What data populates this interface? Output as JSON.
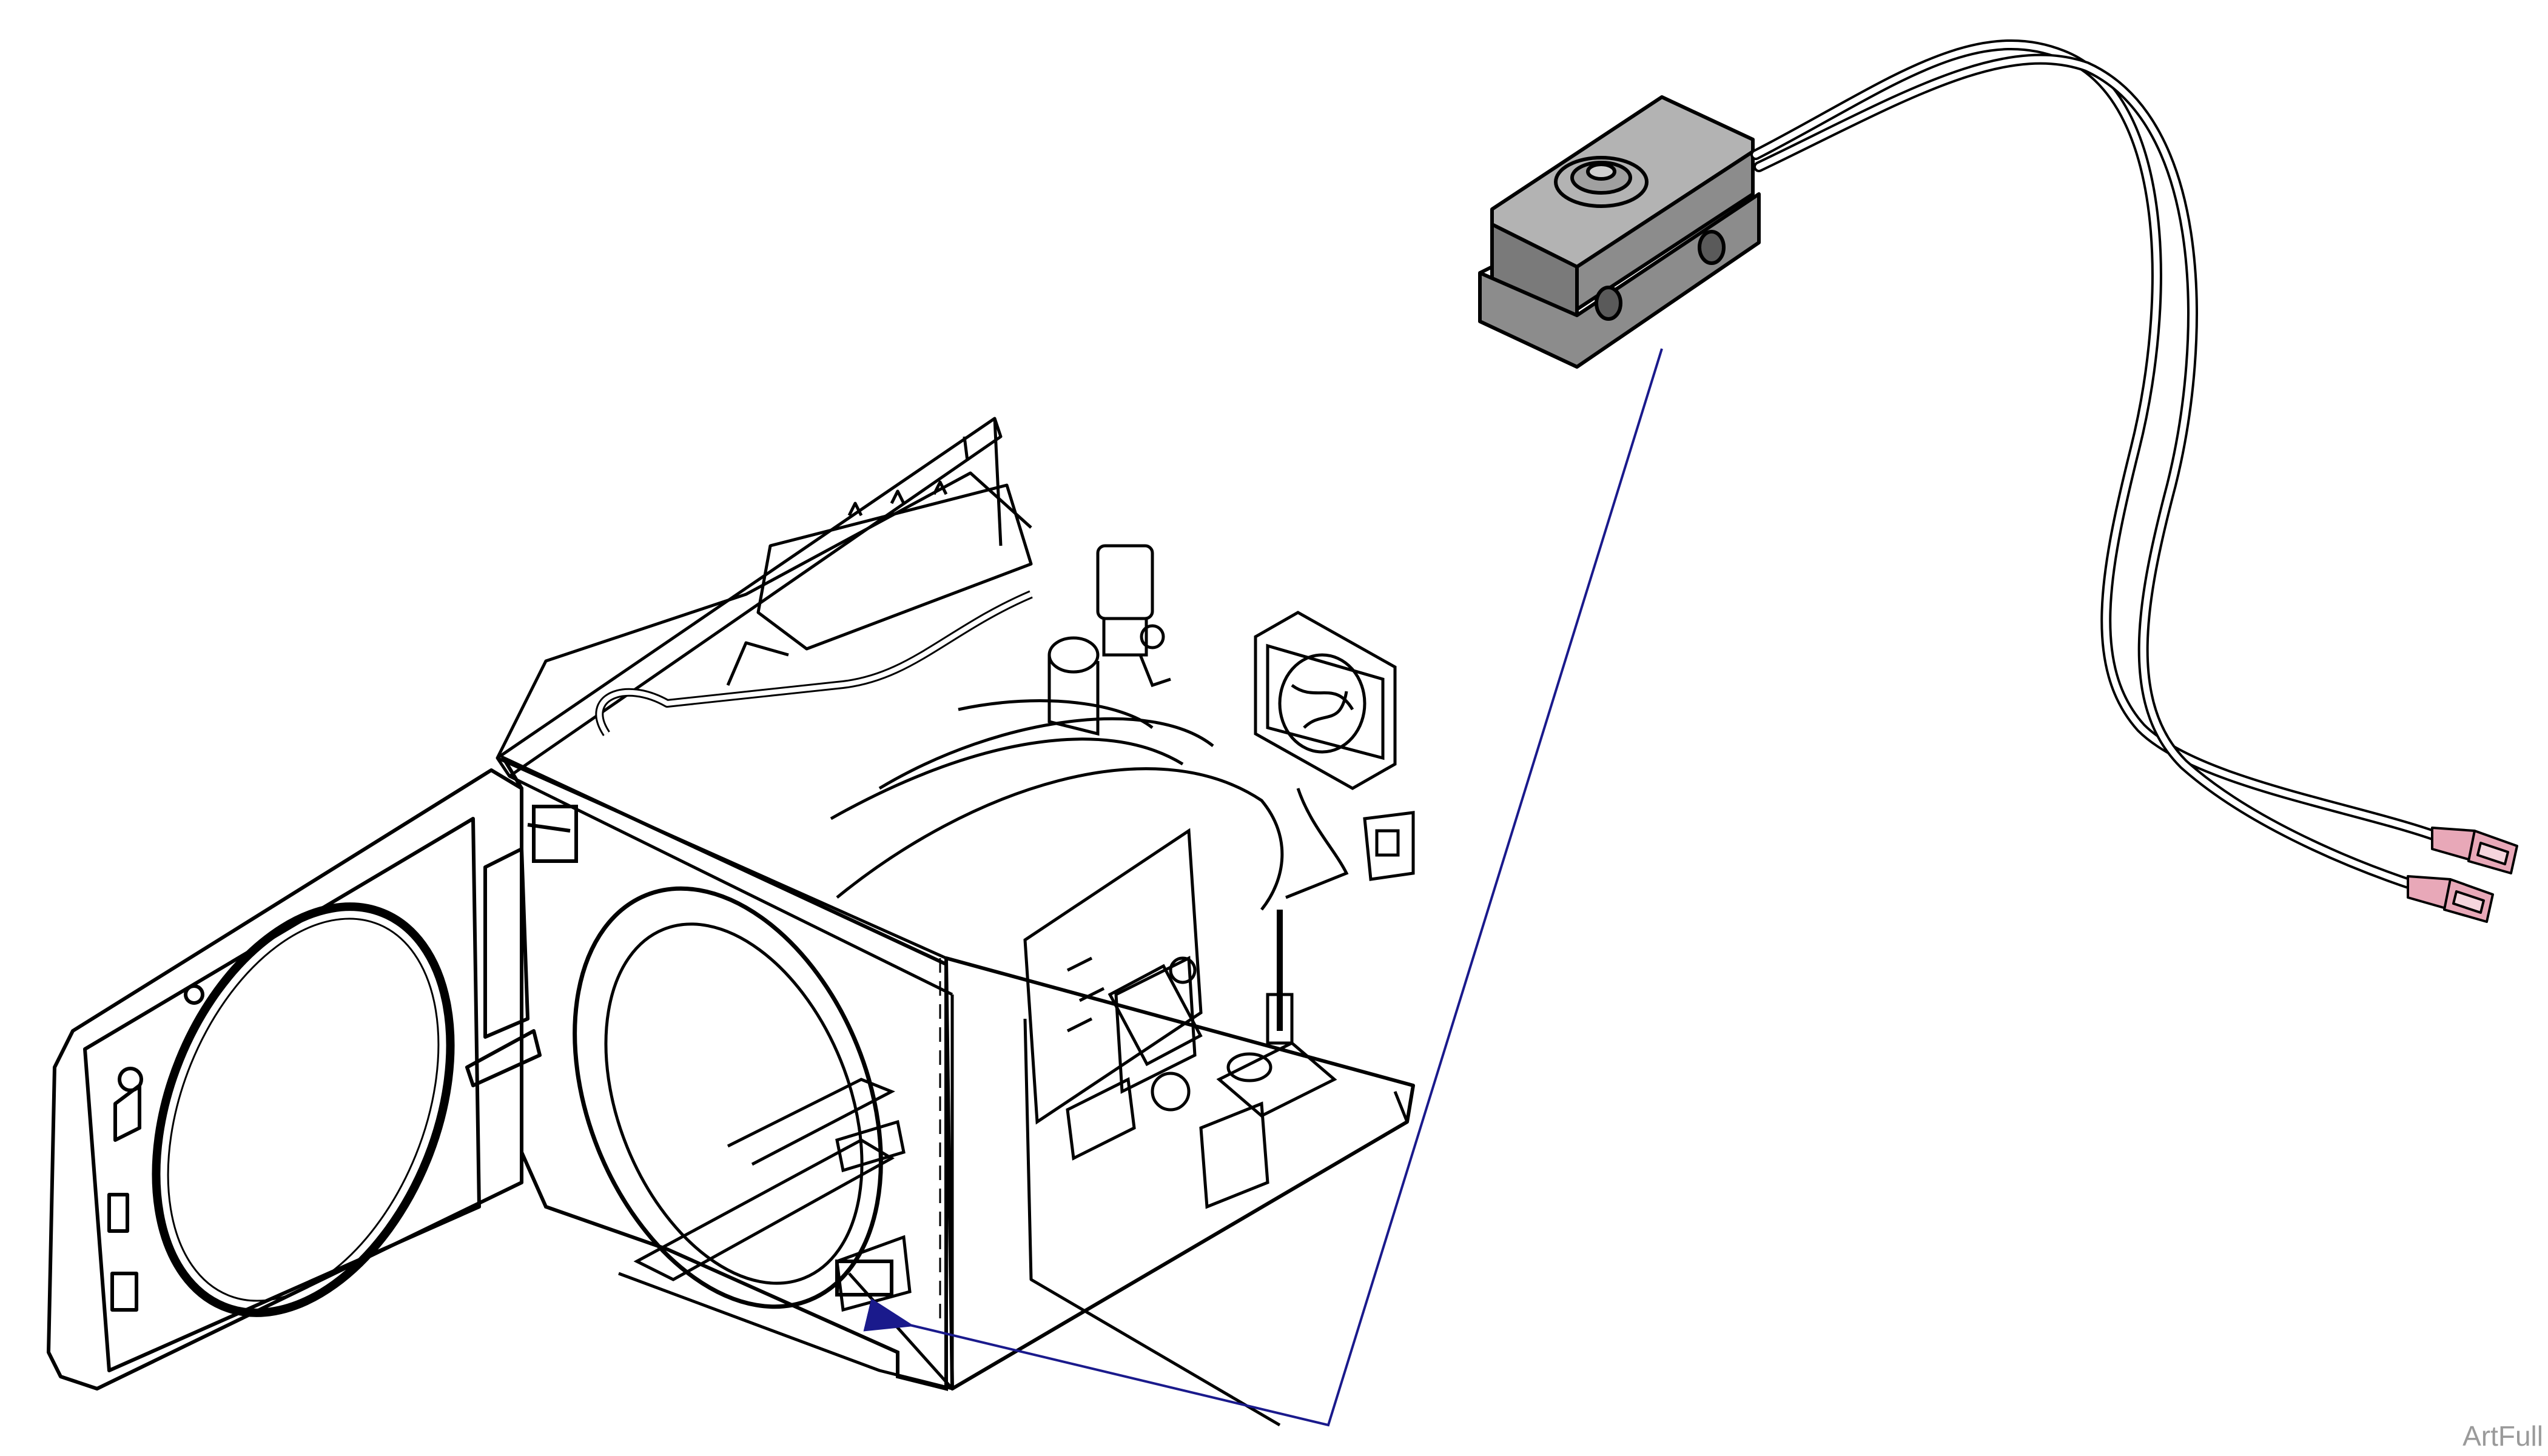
{
  "figure": {
    "watermark": "ArtFull"
  },
  "colors": {
    "line": "#000000",
    "callout": "#1a1a8c",
    "switch_body": "#8c8c8c",
    "switch_top": "#b3b3b3",
    "switch_side": "#7a7a7a",
    "terminal": "#e8a8b8"
  },
  "parts": [
    {
      "name": "sterilizer-chassis"
    },
    {
      "name": "open-door"
    },
    {
      "name": "chamber"
    },
    {
      "name": "control-board"
    },
    {
      "name": "cooling-fan"
    },
    {
      "name": "solenoid-valve"
    },
    {
      "name": "door-switch-location"
    },
    {
      "name": "door-switch"
    },
    {
      "name": "switch-wire-leads"
    },
    {
      "name": "spade-terminals"
    }
  ]
}
